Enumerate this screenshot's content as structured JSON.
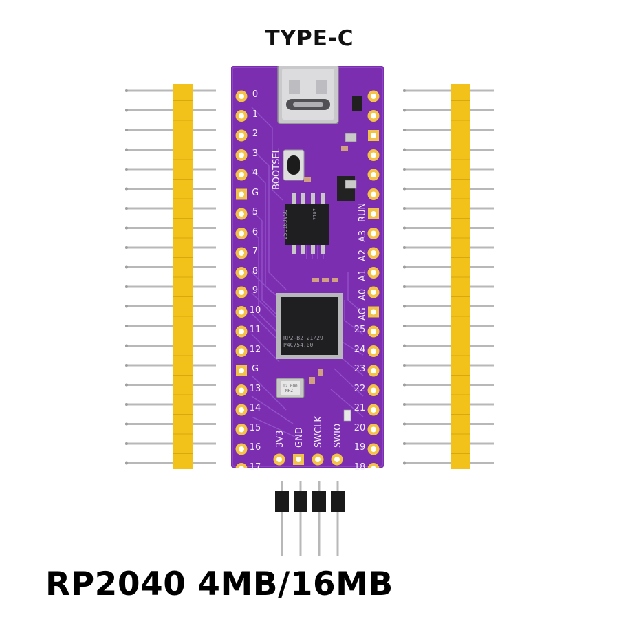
{
  "captions": {
    "top": "TYPE-C",
    "bottom": "RP2040 4MB/16MB"
  },
  "board": {
    "left_pins": [
      "0",
      "1",
      "2",
      "3",
      "4",
      "G",
      "5",
      "6",
      "7",
      "8",
      "9",
      "10",
      "11",
      "12",
      "G",
      "13",
      "14",
      "15",
      "16",
      "17"
    ],
    "right_pins": [
      "",
      "",
      "",
      "",
      "",
      "",
      "RUN",
      "A3",
      "A2",
      "A1",
      "A0",
      "AG",
      "25",
      "24",
      "23",
      "22",
      "21",
      "20",
      "19",
      "18"
    ],
    "bottom_labels": [
      "3V3",
      "GND",
      "SWCLK",
      "SWIO"
    ],
    "bootsel_label": "BOOTSEL",
    "flash_chip": {
      "line1": "25Q16JVSQ",
      "line2": "2107"
    },
    "mcu_chip": {
      "line1": "RP2-B2    21/29",
      "line2": "P4C754.00"
    },
    "crystal": {
      "line1": "12.000",
      "line2": "MHZ"
    }
  },
  "colors": {
    "pcb": "#7b2fb0",
    "header_plastic": "#f2c21a",
    "pin_metal": "#b8b8b8",
    "small_header_plastic": "#1a1a1a"
  }
}
